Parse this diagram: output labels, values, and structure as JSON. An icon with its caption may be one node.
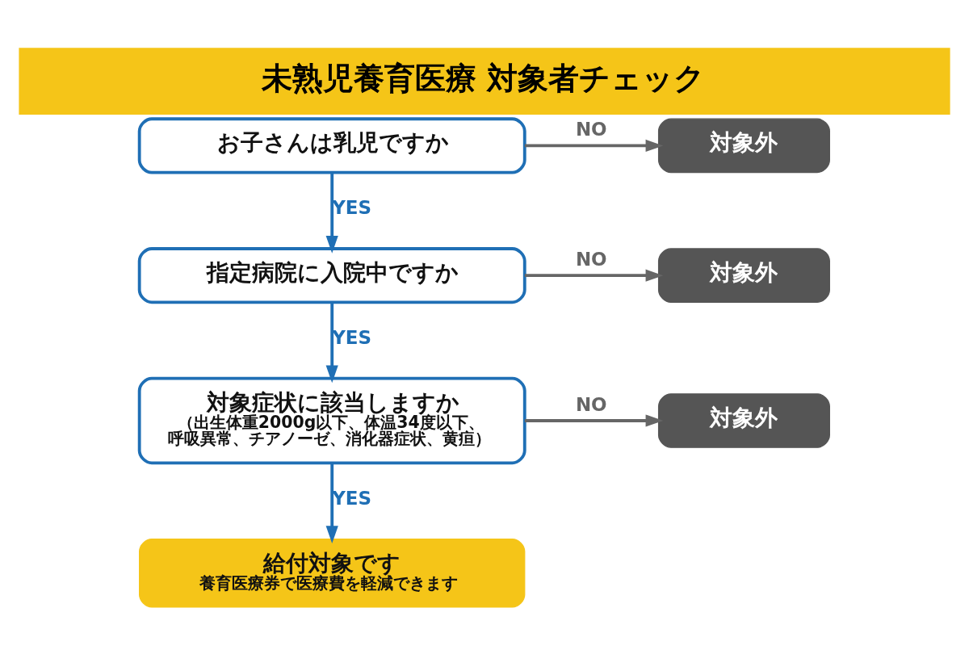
{
  "diagram": {
    "title": "未熟児養育医療 対象者チェック",
    "nodes": [
      {
        "text": [
          "お子さんは乳児ですか"
        ]
      },
      {
        "text": [
          "対象外"
        ]
      },
      {
        "text": [
          "指定病院に入院中ですか"
        ]
      },
      {
        "text": [
          "対象外"
        ]
      },
      {
        "text": [
          "対象症状に該当しますか",
          "（出生体重2000g以下、体温34度以下、呼吸異常、チアノーゼ、消化器症状、黄疸）"
        ]
      },
      {
        "text": [
          "対象外"
        ]
      },
      {
        "text": [
          "給付対象です",
          "養育医療券で医療費を軽減できます"
        ]
      }
    ],
    "edges": [
      {
        "from": 0,
        "to": 1,
        "arrow": "to",
        "label": "NO",
        "color": "#666666"
      },
      {
        "from": 0,
        "to": 2,
        "arrow": "to",
        "label": "YES",
        "color": "#1f6fb5"
      },
      {
        "from": 2,
        "to": 3,
        "arrow": "to",
        "label": "NO",
        "color": "#666666"
      },
      {
        "from": 2,
        "to": 4,
        "arrow": "to",
        "label": "YES",
        "color": "#1f6fb5"
      },
      {
        "from": 4,
        "to": 5,
        "arrow": "to",
        "label": "NO",
        "color": "#666666"
      },
      {
        "from": 4,
        "to": 6,
        "arrow": "to",
        "label": "YES",
        "color": "#1f6fb5"
      }
    ]
  }
}
